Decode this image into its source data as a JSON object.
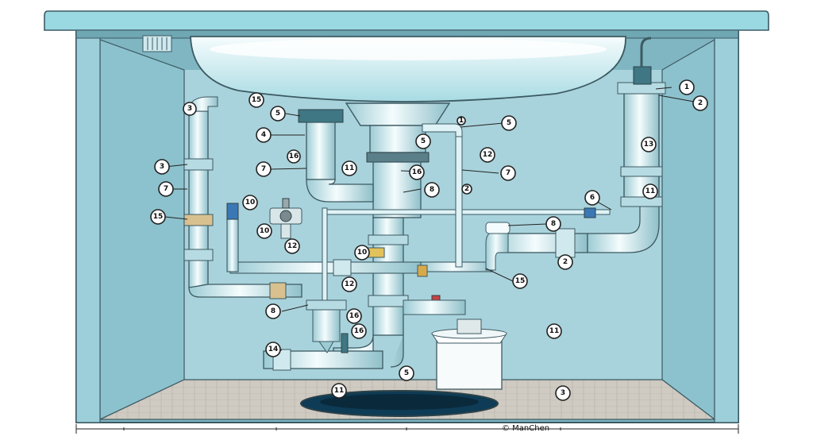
{
  "figure": {
    "credit": "© ManChen",
    "callouts": [
      {
        "label": "1"
      },
      {
        "label": "2"
      },
      {
        "label": "3"
      },
      {
        "label": "7"
      },
      {
        "label": "15"
      },
      {
        "label": "3"
      },
      {
        "label": "15"
      },
      {
        "label": "5"
      },
      {
        "label": "4"
      },
      {
        "label": "7"
      },
      {
        "label": "16"
      },
      {
        "label": "11"
      },
      {
        "label": "5"
      },
      {
        "label": "5"
      },
      {
        "label": "8"
      },
      {
        "label": "16"
      },
      {
        "label": "12"
      },
      {
        "label": "7"
      },
      {
        "label": "2"
      },
      {
        "label": "1"
      },
      {
        "label": "13"
      },
      {
        "label": "11"
      },
      {
        "label": "6"
      },
      {
        "label": "8"
      },
      {
        "label": "2"
      },
      {
        "label": "15"
      },
      {
        "label": "10"
      },
      {
        "label": "10"
      },
      {
        "label": "12"
      },
      {
        "label": "10"
      },
      {
        "label": "12"
      },
      {
        "label": "8"
      },
      {
        "label": "16"
      },
      {
        "label": "16"
      },
      {
        "label": "14"
      },
      {
        "label": "11"
      },
      {
        "label": "5"
      },
      {
        "label": "11"
      },
      {
        "label": "3"
      }
    ]
  },
  "colors": {
    "cabinet": "#8fc4cf",
    "back_wall": "#a9d3dc",
    "countertop": "#9ad9e2",
    "pipe": "#dff3f6",
    "floor": "#c9c4bc"
  }
}
